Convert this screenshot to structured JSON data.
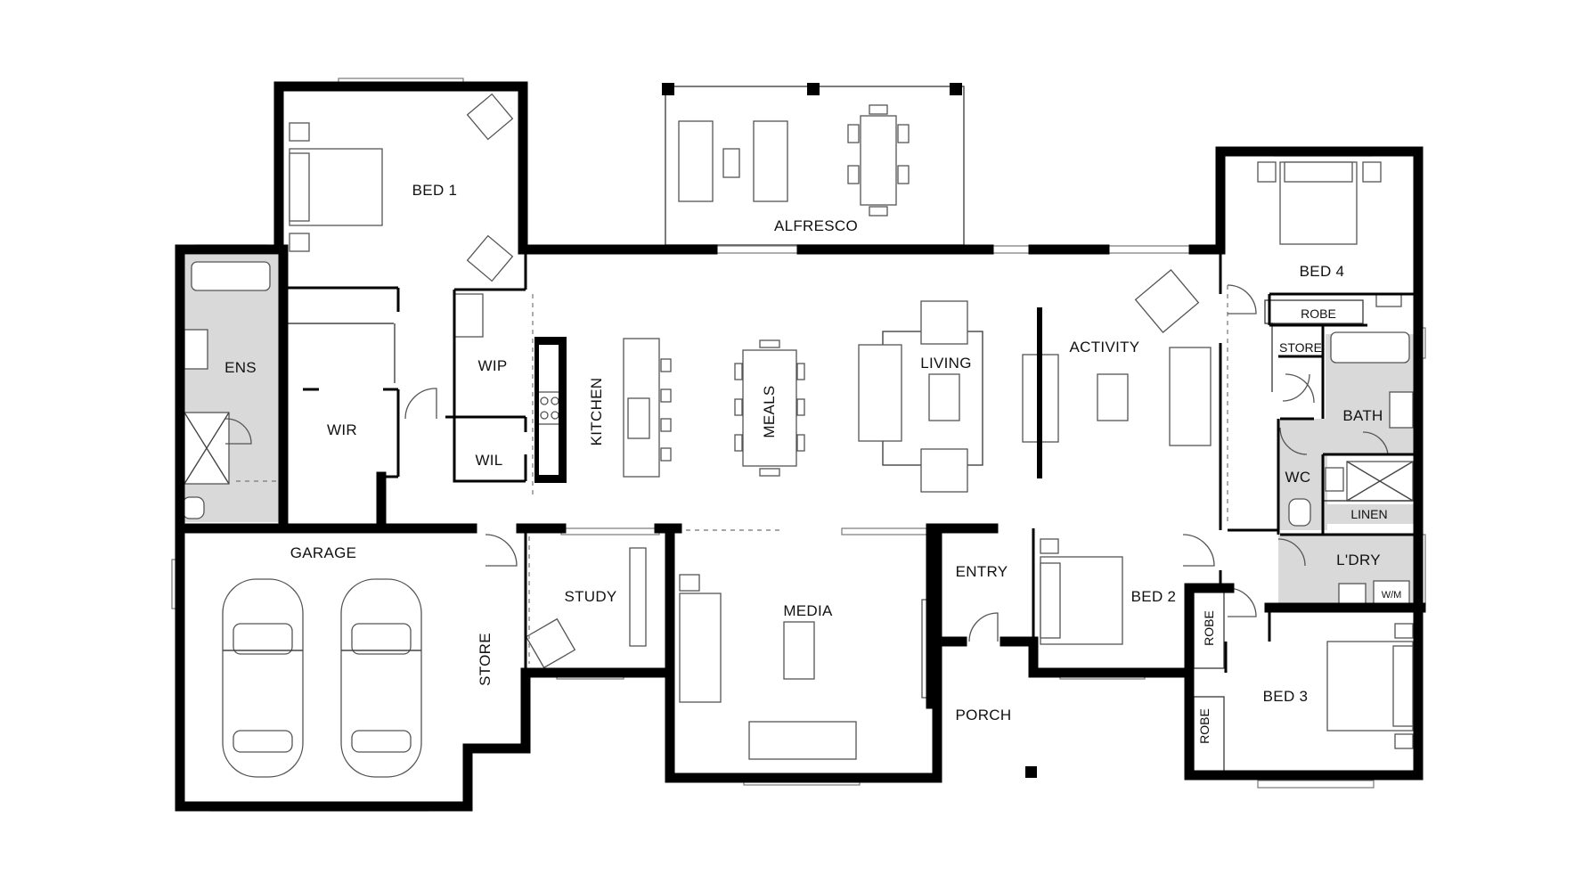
{
  "rooms": {
    "alfresco": "ALFRESCO",
    "bed1": "BED 1",
    "ens": "ENS",
    "wir": "WIR",
    "wip": "WIP",
    "wil": "WIL",
    "kitchen": "KITCHEN",
    "meals": "MEALS",
    "living": "LIVING",
    "activity": "ACTIVITY",
    "bed4": "BED 4",
    "robe_bed4": "ROBE",
    "store_bath": "STORE",
    "bath": "BATH",
    "wc": "WC",
    "linen": "LINEN",
    "laundry": "L'DRY",
    "wm": "W/M",
    "garage": "GARAGE",
    "store_garage": "STORE",
    "study": "STUDY",
    "media": "MEDIA",
    "entry": "ENTRY",
    "porch": "PORCH",
    "bed2": "BED 2",
    "robe_bed2": "ROBE",
    "bed3": "BED 3",
    "robe_bed3": "ROBE"
  },
  "colors": {
    "wall": "#000000",
    "wet_area": "#d9d9d9",
    "background": "#ffffff"
  }
}
